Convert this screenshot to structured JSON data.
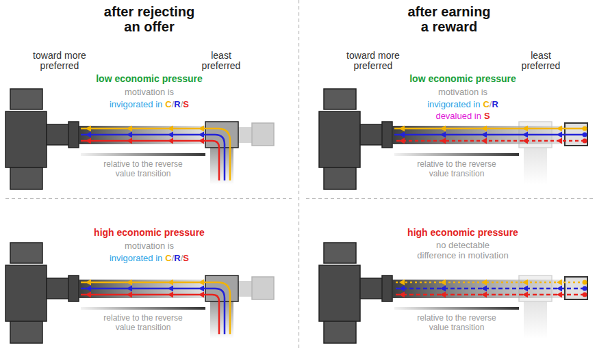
{
  "diagram": {
    "labels": [
      "after rejecting an offer",
      "after earning a reward",
      "toward more preferred",
      "least preferred",
      "low economic pressure",
      "motivation is",
      "invigorated in",
      "C",
      "/",
      "R",
      "/",
      "S",
      "relative to the reverse value transition",
      "high economic pressure",
      "motivation is",
      "invigorated in",
      "C",
      "/",
      "R",
      "/",
      "S",
      "relative to the reverse value transition",
      "toward more preferred",
      "least preferred",
      "low economic pressure",
      "motivation is",
      "invigorated in",
      "C",
      "/",
      "R",
      "devalued in",
      "S",
      "relative to the reverse value transition",
      "high economic pressure",
      "no detectable difference in motivation",
      "relative to the reverse value transition"
    ]
  }
}
